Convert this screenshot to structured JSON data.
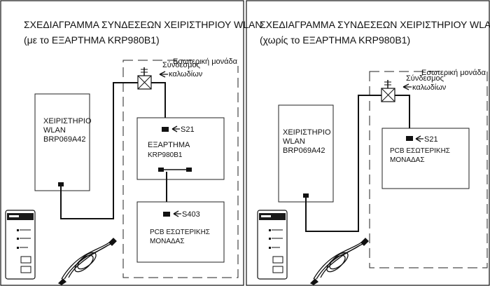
{
  "panels": [
    {
      "title_line1": "ΣΧΕΔΙΑΓΡΑΜΜΑ ΣΥΝΔΕΣΕΩΝ ΧΕΙΡΙΣΤΗΡΙΟΥ WLAN",
      "title_line2": "(με το ΕΞΑΡΤΗΜΑ KRP980B1)",
      "indoor_unit": "Εσωτερική μονάδα",
      "connector_line1": "Σύνδεσμος",
      "connector_line2": "καλωδίων",
      "controller": [
        "ΧΕΙΡΙΣΤΗΡΙΟ",
        "WLAN",
        "BRP069A42"
      ],
      "s21": "S21",
      "adapter": [
        "ΕΞΑΡΤΗΜΑ",
        "KRP980B1"
      ],
      "s403": "S403",
      "pcb": [
        "PCB ΕΣΩΤΕΡΙΚΗΣ",
        "ΜΟΝΑΔΑΣ"
      ]
    },
    {
      "title_line1": "ΣΧΕΔΙΑΓΡΑΜΜΑ ΣΥΝΔΕΣΕΩΝ ΧΕΙΡΙΣΤΗΡΙΟΥ WLAN",
      "title_line2": "(χωρίς το ΕΞΑΡΤΗΜΑ KRP980B1)",
      "indoor_unit": "Εσωτερική μονάδα",
      "connector_line1": "Σύνδεσμος",
      "connector_line2": "καλωδίων",
      "controller": [
        "ΧΕΙΡΙΣΤΗΡΙΟ",
        "WLAN",
        "BRP069A42"
      ],
      "s21": "S21",
      "pcb": [
        "PCB ΕΣΩΤΕΡΙΚΗΣ",
        "ΜΟΝΑΔΑΣ"
      ]
    }
  ]
}
